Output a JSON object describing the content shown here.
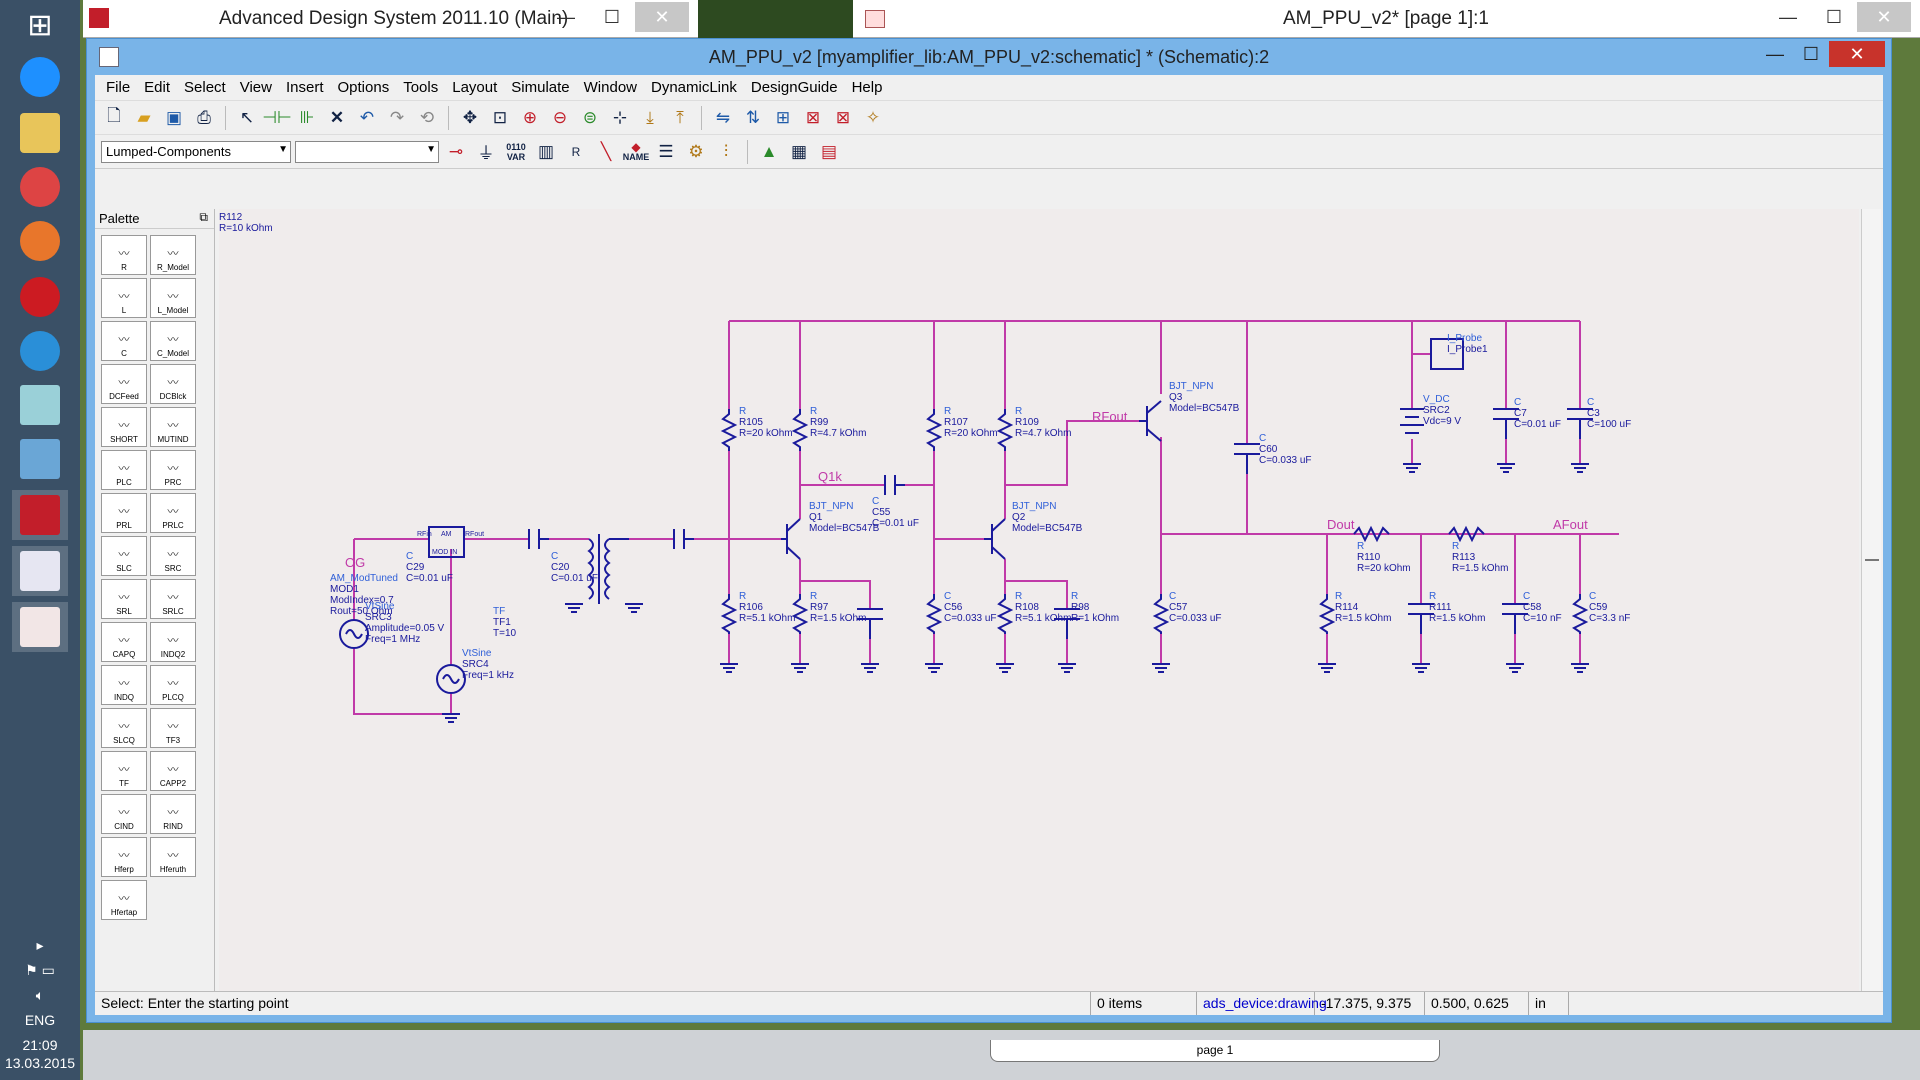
{
  "bg_windows": {
    "left_title": "Advanced Design System 2011.10 (Main)",
    "right_title": "AM_PPU_v2* [page 1]:1"
  },
  "window": {
    "title": "AM_PPU_v2 [myamplifier_lib:AM_PPU_v2:schematic] * (Schematic):2",
    "minimize": "—",
    "maximize": "☐",
    "close": "✕"
  },
  "menu": [
    "File",
    "Edit",
    "Select",
    "View",
    "Insert",
    "Options",
    "Tools",
    "Layout",
    "Simulate",
    "Window",
    "DynamicLink",
    "DesignGuide",
    "Help"
  ],
  "toolbar2": {
    "library_combo": "Lumped-Components",
    "second_combo": "",
    "var_label": "VAR",
    "name_label": "NAME",
    "var_code": "0110"
  },
  "palette": {
    "title": "Palette",
    "items": [
      "R",
      "R_Model",
      "L",
      "L_Model",
      "C",
      "C_Model",
      "DCFeed",
      "DCBlck",
      "SHORT",
      "MUTIND",
      "PLC",
      "PRC",
      "PRL",
      "PRLC",
      "SLC",
      "SRC",
      "SRL",
      "SRLC",
      "CAPQ",
      "INDQ2",
      "INDQ",
      "PLCQ",
      "SLCQ",
      "TF3",
      "TF",
      "CAPP2",
      "CIND",
      "RIND",
      "Hferp",
      "Hferuth",
      "Hfertap"
    ]
  },
  "schematic": {
    "nets": [
      "OG",
      "Q1k",
      "RFout",
      "Dout",
      "AFout"
    ],
    "components": [
      {
        "lines": [
          "R",
          "R105",
          "R=20 kOhm"
        ]
      },
      {
        "lines": [
          "R",
          "R99",
          "R=4.7 kOhm"
        ]
      },
      {
        "lines": [
          "R",
          "R107",
          "R=20 kOhm"
        ]
      },
      {
        "lines": [
          "R",
          "R109",
          "R=4.7 kOhm"
        ]
      },
      {
        "lines": [
          "BJT_NPN",
          "Q3",
          "Model=BC547B"
        ]
      },
      {
        "lines": [
          "C",
          "C60",
          "C=0.033 uF"
        ]
      },
      {
        "lines": [
          "I_Probe",
          "I_Probe1"
        ]
      },
      {
        "lines": [
          "V_DC",
          "SRC2",
          "Vdc=9 V"
        ]
      },
      {
        "lines": [
          "C",
          "C7",
          "C=0.01 uF"
        ]
      },
      {
        "lines": [
          "C",
          "C3",
          "C=100 uF"
        ]
      },
      {
        "lines": [
          "BJT_NPN",
          "Q1",
          "Model=BC547B"
        ]
      },
      {
        "lines": [
          "C",
          "C55",
          "C=0.01 uF"
        ]
      },
      {
        "lines": [
          "BJT_NPN",
          "Q2",
          "Model=BC547B"
        ]
      },
      {
        "lines": [
          "AM_ModTuned",
          "MOD1",
          "ModIndex=0.7",
          "Rout=50 Ohm"
        ]
      },
      {
        "lines": [
          "C",
          "C29",
          "C=0.01 uF"
        ]
      },
      {
        "lines": [
          "C",
          "C20",
          "C=0.01 uF"
        ]
      },
      {
        "lines": [
          "TF",
          "TF1",
          "T=10"
        ]
      },
      {
        "lines": [
          "VtSine",
          "SRC3",
          "Amplitude=0.05 V",
          "Freq=1 MHz"
        ]
      },
      {
        "lines": [
          "VtSine",
          "SRC4",
          "Freq=1 kHz"
        ]
      },
      {
        "lines": [
          "R",
          "R106",
          "R=5.1 kOhm"
        ]
      },
      {
        "lines": [
          "R",
          "R97",
          "R=1.5 kOhm"
        ]
      },
      {
        "lines": [
          "C",
          "C56",
          "C=0.033 uF"
        ]
      },
      {
        "lines": [
          "R",
          "R108",
          "R=5.1 kOhm"
        ]
      },
      {
        "lines": [
          "R",
          "R98",
          "R=1 kOhm"
        ]
      },
      {
        "lines": [
          "C",
          "C57",
          "C=0.033 uF"
        ]
      },
      {
        "lines": [
          "R",
          "R110",
          "R=20 kOhm"
        ]
      },
      {
        "lines": [
          "R",
          "R113",
          "R=1.5 kOhm"
        ]
      },
      {
        "lines": [
          "R",
          "R114",
          "R=1.5 kOhm"
        ]
      },
      {
        "lines": [
          "R",
          "R111",
          "R=1.5 kOhm"
        ]
      },
      {
        "lines": [
          "C",
          "C58",
          "C=10 nF"
        ]
      },
      {
        "lines": [
          "C",
          "C59",
          "C=3.3 nF"
        ]
      },
      {
        "lines": [
          "R",
          "R112",
          "R=10 kOhm"
        ]
      }
    ],
    "mod_pins": [
      "RFin",
      "RFout",
      "AM",
      "MOD IN"
    ]
  },
  "status": {
    "message": "Select: Enter the starting point",
    "items": "0 items",
    "layer": "ads_device:drawing",
    "coords": "-17.375, 9.375",
    "delta": "0.500, 0.625",
    "units": "in"
  },
  "page_tab": "page 1",
  "tray": {
    "lang": "ENG",
    "time": "21:09",
    "date": "13.03.2015"
  },
  "colors": {
    "wire": "#c03aa8",
    "component": "#1a1a9c",
    "label": "#2f5fd8",
    "net_label": "#c03aa8",
    "canvas": "#f0ecec",
    "titlebar": "#79b4e8"
  }
}
